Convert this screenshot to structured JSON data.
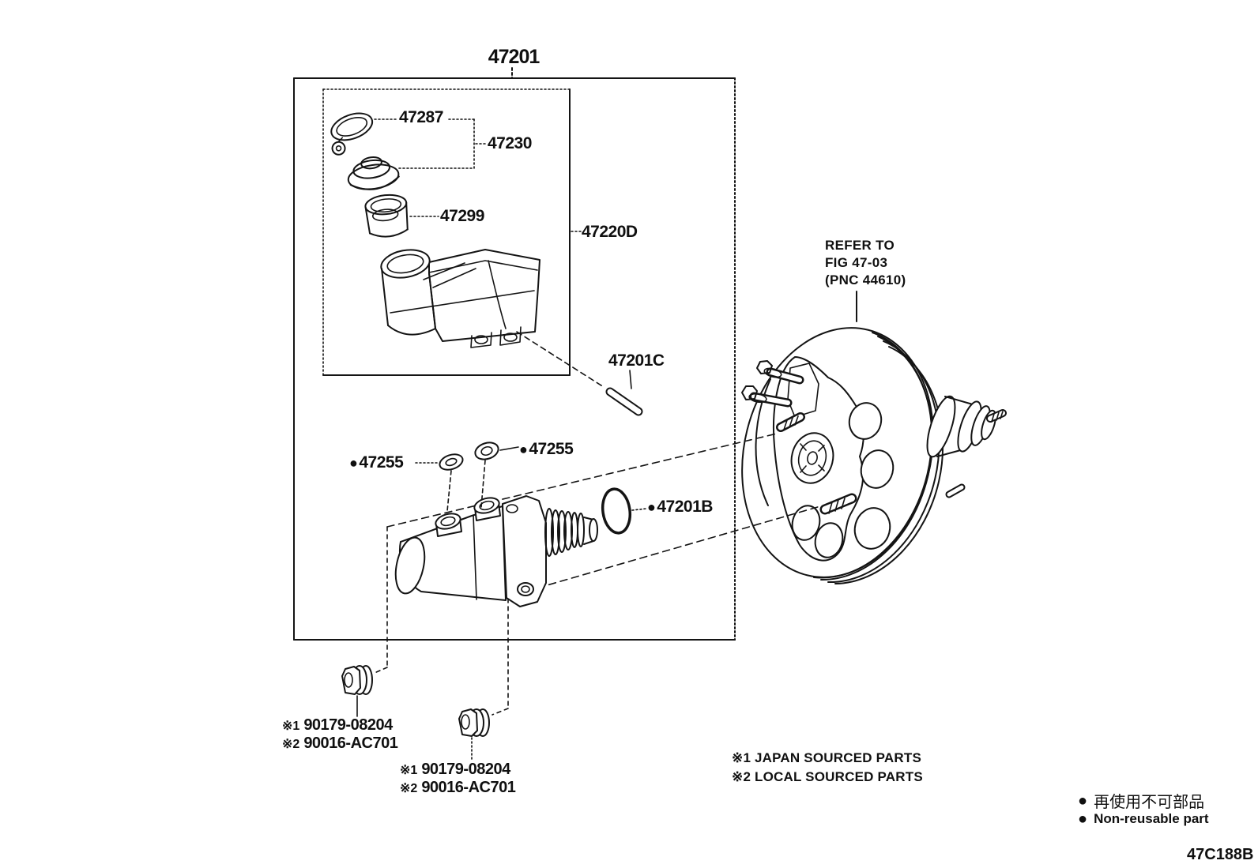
{
  "title_part": "47201",
  "symbols": {
    "bullet": "●"
  },
  "labels": {
    "gasket": "47287",
    "cap": "47230",
    "strainer": "47299",
    "reservoir_sub": "47220D",
    "clip": "47201C",
    "grommet": "47255",
    "oring": "47201B"
  },
  "refer_note": {
    "line1": "REFER TO",
    "line2": "FIG 47-03",
    "line3": "(PNC 44610)"
  },
  "supplier_note": {
    "ref1": "※1",
    "pn1": "90179-08204",
    "ref2": "※2",
    "pn2": "90016-AC701"
  },
  "footnotes": {
    "japan": "※1 JAPAN SOURCED PARTS",
    "local": "※2 LOCAL SOURCED PARTS"
  },
  "non_reusable": {
    "jp": "再使用不可部品",
    "en": "Non-reusable part"
  },
  "figure_code": "47C188B"
}
